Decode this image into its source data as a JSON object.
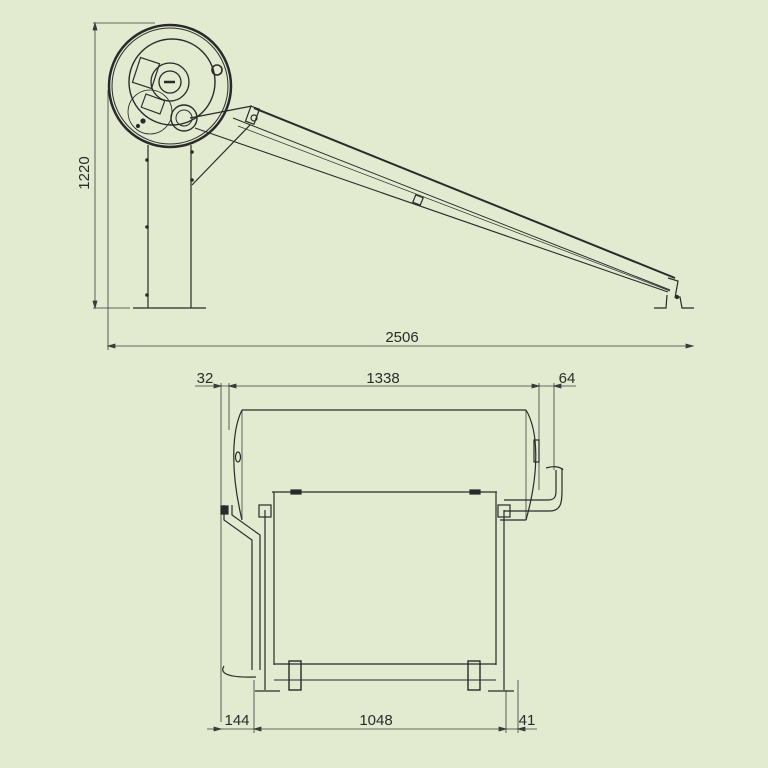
{
  "colors": {
    "background": "#e2ead0",
    "line": "#2a2a2a",
    "dimension_line": "#3a3a3a"
  },
  "side_view": {
    "height_mm": "1220",
    "total_length_mm": "2506"
  },
  "front_view": {
    "top_left_offset_mm": "32",
    "tank_length_mm": "1338",
    "top_right_offset_mm": "64",
    "bottom_left_offset_mm": "144",
    "collector_width_mm": "1048",
    "bottom_right_offset_mm": "41"
  }
}
